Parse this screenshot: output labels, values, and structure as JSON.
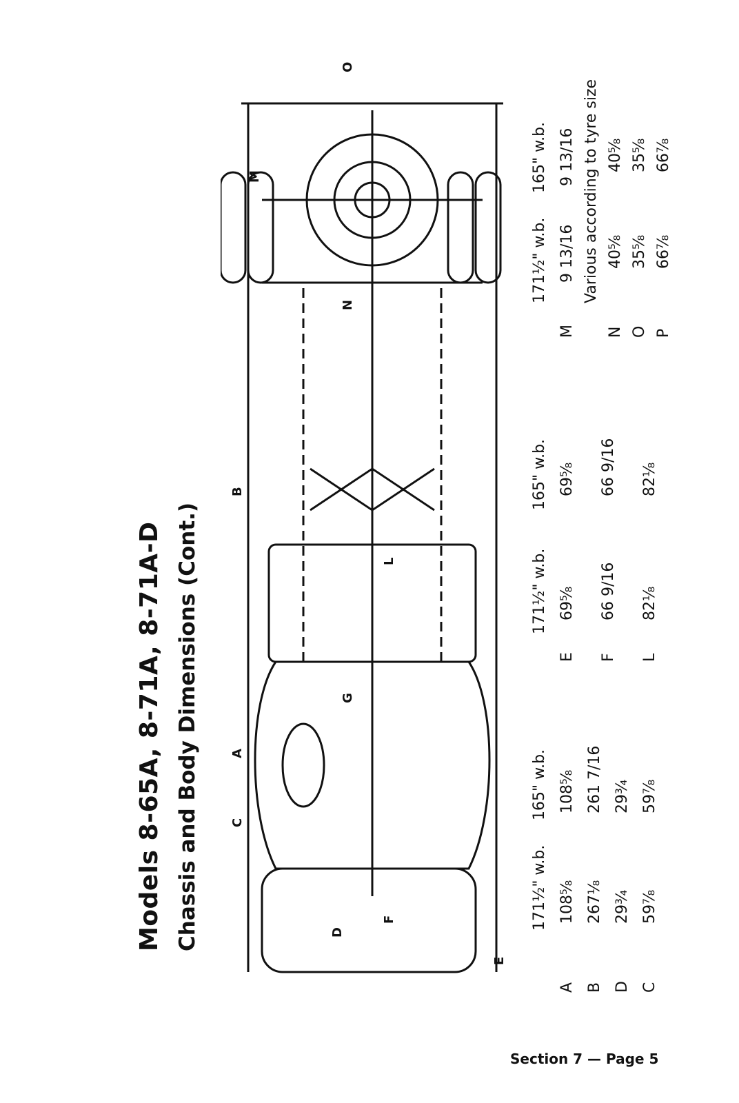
{
  "heading": {
    "title": "Models 8-65A, 8-71A, 8-71A-D",
    "subtitle": "Chassis and Body Dimensions (Cont.)"
  },
  "drawing_labels": [
    "A",
    "B",
    "C",
    "D",
    "E",
    "F",
    "G",
    "L",
    "M",
    "N",
    "O"
  ],
  "table1": {
    "columns": [
      "171½\" w.b.",
      "165\" w.b."
    ],
    "rows": [
      {
        "key": "A",
        "v1": "108⅝",
        "v2": "108⅝"
      },
      {
        "key": "B",
        "v1": "267⅛",
        "v2": "261 7/16"
      },
      {
        "key": "D",
        "v1": "29¾",
        "v2": "29¾"
      },
      {
        "key": "C",
        "v1": "59⅞",
        "v2": "59⅞"
      }
    ]
  },
  "table2": {
    "columns": [
      "171½\" w.b.",
      "165\" w.b."
    ],
    "rows": [
      {
        "key": "E",
        "v1": "69⅝",
        "v2": "69⅝"
      },
      {
        "key": "F",
        "v1": "66 9/16",
        "v2": "66 9/16"
      },
      {
        "key": "L",
        "v1": "82⅛",
        "v2": "82⅛"
      }
    ]
  },
  "table3": {
    "columns": [
      "171½\" w.b.",
      "165\" w.b."
    ],
    "rows": [
      {
        "key": "M",
        "v1": "9 13/16",
        "v2": "9 13/16"
      },
      {
        "key": "N",
        "v1": "40⅝",
        "v2": "40⅝"
      },
      {
        "key": "O",
        "v1": "35⅝",
        "v2": "35⅝"
      },
      {
        "key": "P",
        "v1": "66⅞",
        "v2": "66⅞"
      }
    ],
    "note": "Various according to tyre size"
  },
  "footer": "Section 7 — Page 5"
}
